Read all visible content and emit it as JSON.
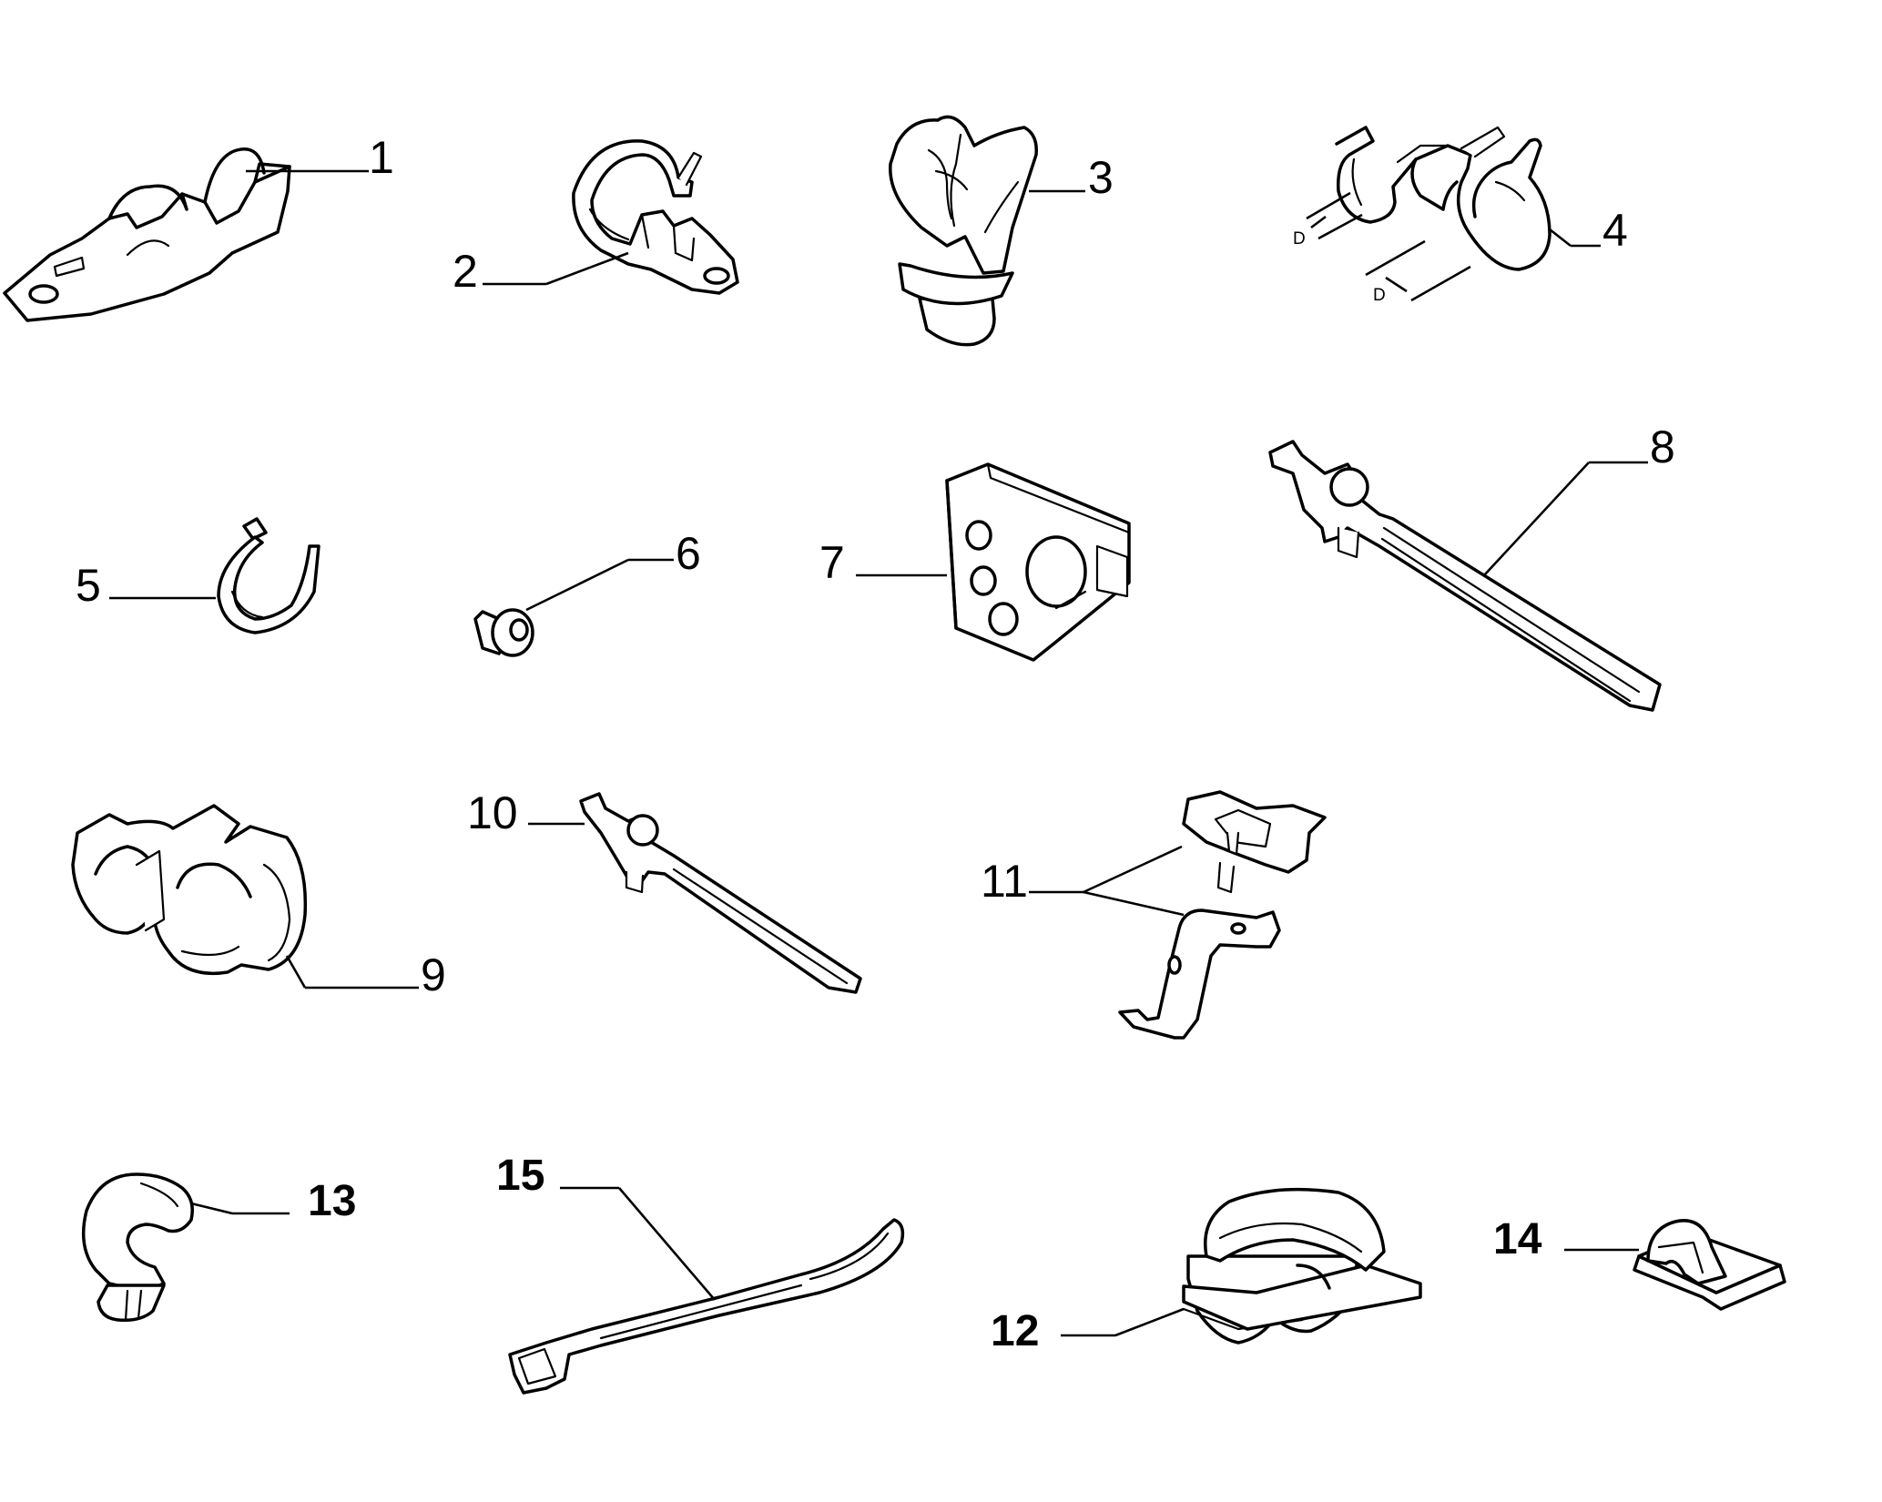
{
  "callouts": [
    {
      "id": "1",
      "text": "1",
      "part": "double-pipe-bracket"
    },
    {
      "id": "2",
      "text": "2",
      "part": "double-loop-clip"
    },
    {
      "id": "3",
      "text": "3",
      "part": "fir-tree-pipe-clip"
    },
    {
      "id": "4",
      "text": "4",
      "part": "twin-pipe-clip"
    },
    {
      "id": "5",
      "text": "5",
      "part": "small-cable-tie"
    },
    {
      "id": "6",
      "text": "6",
      "part": "push-rivet"
    },
    {
      "id": "7",
      "text": "7",
      "part": "grommet-block"
    },
    {
      "id": "8",
      "text": "8",
      "part": "long-anchor-cable-tie"
    },
    {
      "id": "9",
      "text": "9",
      "part": "triple-pipe-clip"
    },
    {
      "id": "10",
      "text": "10",
      "part": "short-anchor-cable-tie"
    },
    {
      "id": "11",
      "text": "11",
      "part": "clip-and-bracket-set"
    },
    {
      "id": "12",
      "text": "12",
      "part": "edge-cable-clip"
    },
    {
      "id": "13",
      "text": "13",
      "part": "hook-push-clip"
    },
    {
      "id": "14",
      "text": "14",
      "part": "adhesive-cable-mount"
    },
    {
      "id": "15",
      "text": "15",
      "part": "heavy-cable-tie"
    }
  ],
  "dimensions": [
    {
      "text": "D"
    },
    {
      "text": "D"
    }
  ]
}
